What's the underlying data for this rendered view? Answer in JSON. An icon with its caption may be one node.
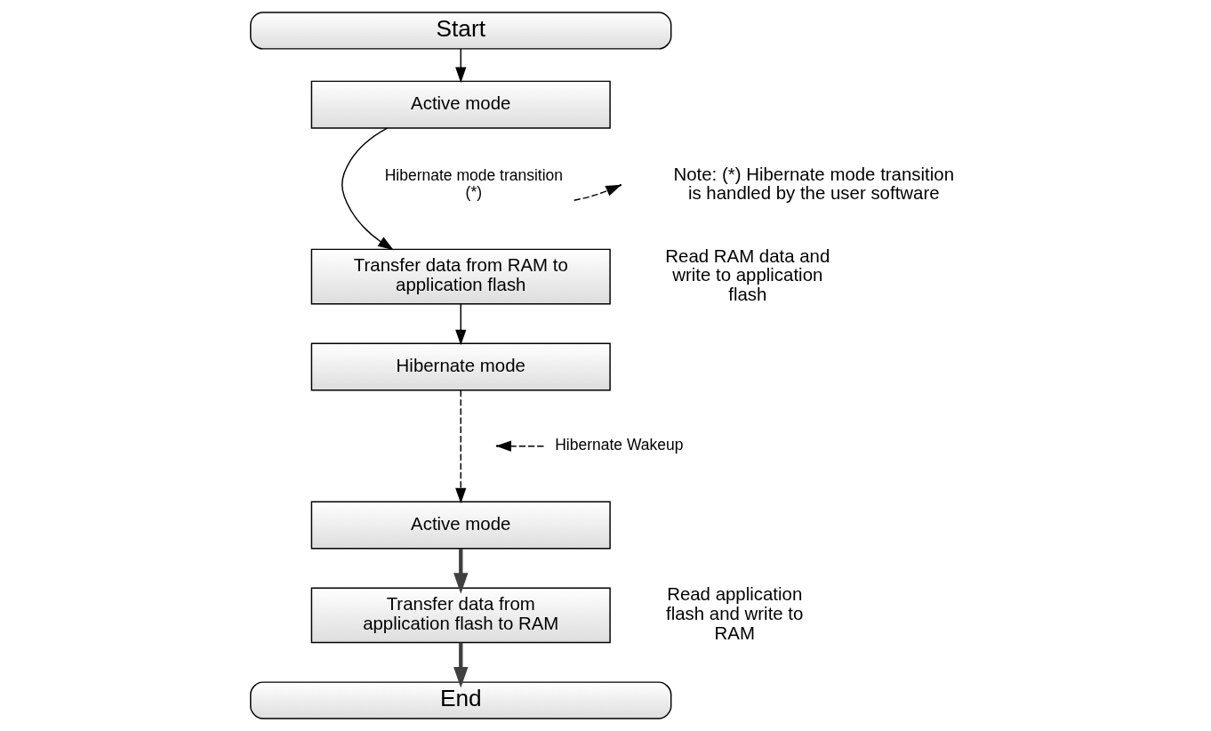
{
  "diagram": {
    "nodes": [
      {
        "text": [
          "Start"
        ]
      },
      {
        "text": [
          "Active mode"
        ]
      },
      {
        "text": [
          "Transfer data from RAM to application flash"
        ],
        "beside": [
          "Read RAM data and write to application flash"
        ]
      },
      {
        "text": [
          "Hibernate mode"
        ]
      },
      {
        "text": [
          "Active mode"
        ]
      },
      {
        "text": [
          "Transfer data from application flash to RAM"
        ],
        "beside": [
          "Read application flash and write to RAM"
        ]
      },
      {
        "text": [
          "End"
        ]
      },
      {
        "text": [
          "Hibernate mode transition (*)"
        ]
      },
      {
        "text": [
          "Hibernate Wakeup"
        ]
      }
    ],
    "edges": [
      {
        "from": 0,
        "to": 1,
        "arrow": "to"
      },
      {
        "from": 1,
        "to": 2,
        "arrow": "to"
      },
      {
        "from": 2,
        "to": 3,
        "arrow": "to"
      },
      {
        "from": 3,
        "to": 4,
        "arrow": "to",
        "style": "dashed"
      },
      {
        "from": 4,
        "to": 5,
        "arrow": "to",
        "style": "thick",
        "color": "#404040"
      },
      {
        "from": 5,
        "to": 6,
        "arrow": "to",
        "style": "thick",
        "color": "#404040"
      },
      {
        "from": 7,
        "to": null,
        "arrow": "to",
        "style": "dashed"
      },
      {
        "from": 8,
        "to": null,
        "arrow": "to",
        "style": "dashed"
      }
    ],
    "labels": [
      "Note: (*) Hibernate mode transition is handled by the user software"
    ]
  }
}
